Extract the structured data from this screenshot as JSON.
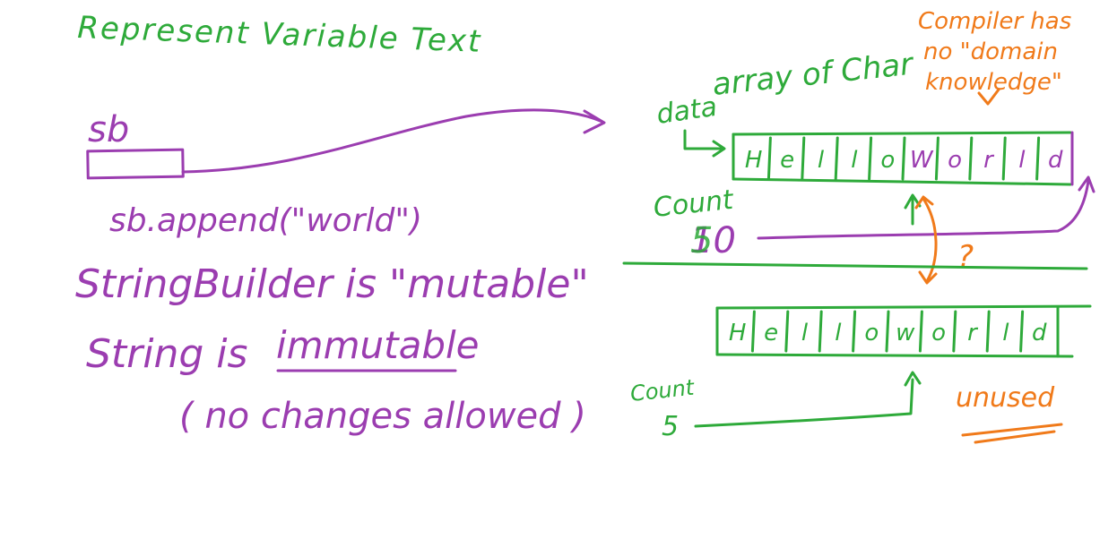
{
  "colors": {
    "green": "#2eaa3a",
    "purple": "#9b3db0",
    "orange": "#f07a1a"
  },
  "title": "Represent Variable Text",
  "left": {
    "sb_label": "sb",
    "append_call": "sb.append(\"world\")",
    "mutable_line": "StringBuilder is \"mutable\"",
    "string_prefix": "String is",
    "immutable_word": "immutable",
    "no_changes": "( no changes allowed )"
  },
  "right": {
    "array_of_char": "array of Char",
    "compiler_note": [
      "Compiler has",
      "no \"domain",
      "knowledge\""
    ],
    "data_label": "data",
    "count_label": "Count",
    "count_value": "5",
    "count_value_new": "10",
    "question_mark": "?",
    "top_cells": [
      "H",
      "e",
      "l",
      "l",
      "o",
      "W",
      "o",
      "r",
      "l",
      "d"
    ],
    "bottom_cells": [
      "H",
      "e",
      "l",
      "l",
      "o",
      "w",
      "o",
      "r",
      "l",
      "d"
    ],
    "count_label_bottom": "Count",
    "count_value_bottom": "5",
    "unused_label": "unused"
  }
}
